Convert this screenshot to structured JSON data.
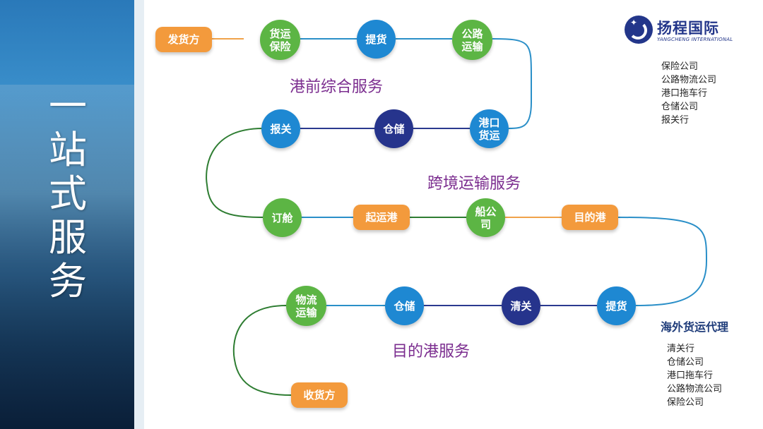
{
  "side_title": [
    "一",
    "站",
    "式",
    "服",
    "务"
  ],
  "logo": {
    "name": "扬程国际",
    "subtitle": "YANGCHENG INTERNATIONAL"
  },
  "sections": {
    "pre_port": "港前综合服务",
    "cross_border": "跨境运输服务",
    "destination": "目的港服务"
  },
  "nodes": {
    "shipper": "发货方",
    "cargo_insurance": [
      "货运",
      "保险"
    ],
    "pickup": "提货",
    "road_transport": [
      "公路",
      "运输"
    ],
    "port_freight": [
      "港口",
      "货运"
    ],
    "warehouse_1": "仓储",
    "customs_declaration": "报关",
    "booking": "订舱",
    "origin_port": "起运港",
    "shipping_company": [
      "船公",
      "司"
    ],
    "destination_port": "目的港",
    "delivery_pickup": "提货",
    "customs_clearance": "清关",
    "warehouse_2": "仓储",
    "logistics_transport": [
      "物流",
      "运输"
    ],
    "consignee": "收货方"
  },
  "domestic_partners": [
    "保险公司",
    "公路物流公司",
    "港口拖车行",
    "仓储公司",
    "报关行"
  ],
  "overseas": {
    "heading": "海外货运代理",
    "partners": [
      "清关行",
      "仓储公司",
      "港口拖车行",
      "公路物流公司",
      "保险公司"
    ]
  },
  "colors": {
    "orange": "#f39a3c",
    "green": "#5cb544",
    "blue": "#1e88d2",
    "navy": "#26348c",
    "connector_blue": "#2a8fc8",
    "connector_green": "#2e7d32",
    "connector_orange": "#f0a24a",
    "connector_navy": "#2b3a8f",
    "section_title": "#7b2d8f"
  }
}
